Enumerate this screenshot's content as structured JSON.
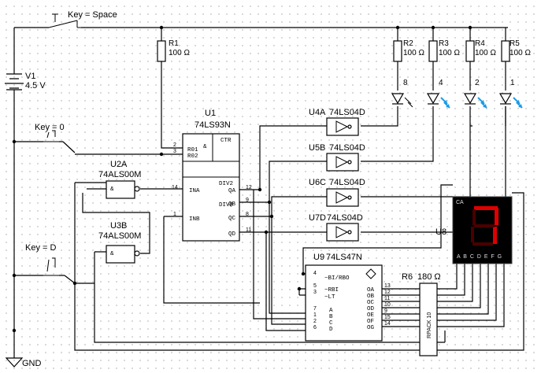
{
  "supply": {
    "ref": "V1",
    "value": "4.5 V",
    "ground": "GND"
  },
  "switches": [
    {
      "label": "Key = Space"
    },
    {
      "label": "Key = 0"
    },
    {
      "label": "Key = D"
    }
  ],
  "resistors": [
    {
      "ref": "R1",
      "value": "100 Ω"
    },
    {
      "ref": "R2",
      "value": "100 Ω"
    },
    {
      "ref": "R3",
      "value": "100 Ω"
    },
    {
      "ref": "R4",
      "value": "100 Ω"
    },
    {
      "ref": "R5",
      "value": "100 Ω"
    }
  ],
  "leds": [
    "8",
    "4",
    "2",
    "1"
  ],
  "counter": {
    "ref": "U1",
    "part": "74LS93N",
    "pins": {
      "r01": "R01",
      "r02": "R02",
      "ctr": "CTR",
      "ina": "INA",
      "inb": "INB",
      "div2": "DIV2",
      "div8": "DIV8",
      "qa": "QA",
      "qb": "QB",
      "qc": "QC",
      "qd": "QD"
    },
    "pin_numbers": {
      "r01": "2",
      "r02": "3",
      "ina": "14",
      "inb": "1",
      "qa": "12",
      "qb": "9",
      "qc": "8",
      "qd": "11"
    }
  },
  "nand_gates": [
    {
      "ref": "U2A",
      "part": "74ALS00M"
    },
    {
      "ref": "U3B",
      "part": "74ALS00M"
    }
  ],
  "inverters": [
    {
      "ref": "U4A",
      "part": "74LS04D"
    },
    {
      "ref": "U5B",
      "part": "74LS04D"
    },
    {
      "ref": "U6C",
      "part": "74LS04D"
    },
    {
      "ref": "U7D",
      "part": "74LS04D"
    }
  ],
  "decoder": {
    "ref": "U9",
    "part": "74LS47N",
    "pins_left": [
      "~BI/RBO",
      "~RBI",
      "~LT",
      "A",
      "B",
      "C",
      "D"
    ],
    "pin_numbers_left": [
      "4",
      "5",
      "3",
      "7",
      "1",
      "2",
      "6"
    ],
    "pins_right": [
      "OA",
      "OB",
      "OC",
      "OD",
      "OE",
      "OF",
      "OG"
    ],
    "pin_numbers_right": [
      "13",
      "12",
      "11",
      "10",
      "9",
      "15",
      "14"
    ]
  },
  "rpack": {
    "ref": "R6",
    "value": "180 Ω",
    "body_label": "RPACK 10"
  },
  "display": {
    "ref": "U8",
    "corner_label": "CA",
    "segment_letters": "A B C D E F G",
    "shown_digit": "7",
    "color": "#e00000"
  }
}
